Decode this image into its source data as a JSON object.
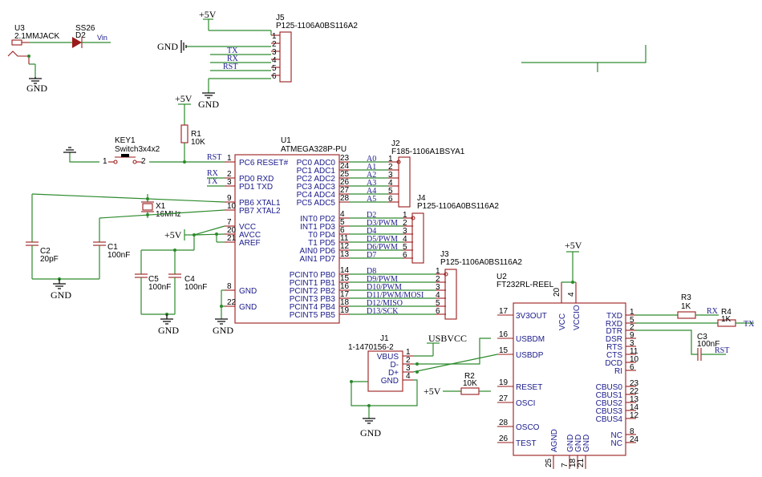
{
  "power": {
    "vcc5": "+5V",
    "gnd": "GND",
    "usbvcc": "USBVCC"
  },
  "u3": {
    "ref": "U3",
    "value": "2.1MMJACK"
  },
  "d2": {
    "ref": "D2",
    "value": "SS26",
    "net": "Vin"
  },
  "j5": {
    "ref": "J5",
    "value": "P125-1106A0BS116A2",
    "nets": [
      "TX",
      "RX",
      "RST"
    ],
    "pins": [
      "1",
      "2",
      "3",
      "4",
      "5",
      "6"
    ]
  },
  "r1": {
    "ref": "R1",
    "value": "10K"
  },
  "key1": {
    "ref": "KEY1",
    "value": "Switch3x4x2",
    "pin1": "1",
    "pin2": "2"
  },
  "x1": {
    "ref": "X1",
    "value": "16MHz"
  },
  "c1": {
    "ref": "C1",
    "value": "100nF"
  },
  "c2": {
    "ref": "C2",
    "value": "20pF"
  },
  "c4": {
    "ref": "C4",
    "value": "100nF"
  },
  "c5": {
    "ref": "C5",
    "value": "100nF"
  },
  "u1": {
    "ref": "U1",
    "value": "ATMEGA328P-PU",
    "left_pins": [
      {
        "num": "1",
        "name": "PC6 RESET#",
        "net": "RST"
      },
      {
        "num": "2",
        "name": "PD0 RXD",
        "net": "RX"
      },
      {
        "num": "3",
        "name": "PD1 TXD",
        "net": "TX"
      },
      {
        "num": "9",
        "name": "PB6 XTAL1",
        "net": ""
      },
      {
        "num": "10",
        "name": "PB7 XTAL2",
        "net": ""
      },
      {
        "num": "7",
        "name": "VCC",
        "net": ""
      },
      {
        "num": "20",
        "name": "AVCC",
        "net": ""
      },
      {
        "num": "21",
        "name": "AREF",
        "net": ""
      },
      {
        "num": "8",
        "name": "GND",
        "net": ""
      },
      {
        "num": "22",
        "name": "GND",
        "net": ""
      }
    ],
    "right_pins": [
      {
        "num": "23",
        "name": "PC0 ADC0",
        "net": "A0"
      },
      {
        "num": "24",
        "name": "PC1 ADC1",
        "net": "A1"
      },
      {
        "num": "25",
        "name": "PC2 ADC2",
        "net": "A2"
      },
      {
        "num": "26",
        "name": "PC3 ADC3",
        "net": "A3"
      },
      {
        "num": "27",
        "name": "PC4 ADC4",
        "net": "A4"
      },
      {
        "num": "28",
        "name": "PC5 ADC5",
        "net": "A5"
      },
      {
        "num": "4",
        "name": "INT0 PD2",
        "net": "D2"
      },
      {
        "num": "5",
        "name": "INT1 PD3",
        "net": "D3/PWM"
      },
      {
        "num": "6",
        "name": "T0 PD4",
        "net": "D4"
      },
      {
        "num": "11",
        "name": "T1 PD5",
        "net": "D5/PWM"
      },
      {
        "num": "12",
        "name": "AIN0 PD6",
        "net": "D6/PWM"
      },
      {
        "num": "13",
        "name": "AIN1 PD7",
        "net": "D7"
      },
      {
        "num": "14",
        "name": "PCINT0 PB0",
        "net": "D8"
      },
      {
        "num": "15",
        "name": "PCINT1 PB1",
        "net": "D9/PWM"
      },
      {
        "num": "16",
        "name": "PCINT2 PB2",
        "net": "D10/PWM"
      },
      {
        "num": "17",
        "name": "PCINT3 PB3",
        "net": "D11/PWM/MOSI"
      },
      {
        "num": "18",
        "name": "PCINT4 PB4",
        "net": "D12/MISO"
      },
      {
        "num": "19",
        "name": "PCINT5 PB5",
        "net": "D13/SCK"
      }
    ]
  },
  "j2": {
    "ref": "J2",
    "value": "F185-1106A1BSYA1"
  },
  "j4": {
    "ref": "J4",
    "value": "P125-1106A0BS116A2"
  },
  "j3": {
    "ref": "J3",
    "value": "P125-1106A0BS116A2"
  },
  "j1": {
    "ref": "J1",
    "value": "1-1470156-2",
    "pins": [
      {
        "num": "1",
        "name": "VBUS"
      },
      {
        "num": "2",
        "name": "D-"
      },
      {
        "num": "3",
        "name": "D+"
      },
      {
        "num": "4",
        "name": "GND"
      }
    ]
  },
  "r2": {
    "ref": "R2",
    "value": "10K"
  },
  "r3": {
    "ref": "R3",
    "value": "1K",
    "net": "RX"
  },
  "r4": {
    "ref": "R4",
    "value": "1K",
    "net": "TX"
  },
  "c3": {
    "ref": "C3",
    "value": "100nF",
    "net": "RST"
  },
  "u2": {
    "ref": "U2",
    "value": "FT232RL-REEL",
    "left_pins": [
      {
        "num": "17",
        "name": "3V3OUT"
      },
      {
        "num": "16",
        "name": "USBDM"
      },
      {
        "num": "15",
        "name": "USBDP"
      },
      {
        "num": "19",
        "name": "RESET"
      },
      {
        "num": "27",
        "name": "OSCI"
      },
      {
        "num": "28",
        "name": "OSCO"
      },
      {
        "num": "26",
        "name": "TEST"
      }
    ],
    "right_pins": [
      {
        "num": "1",
        "name": "TXD"
      },
      {
        "num": "5",
        "name": "RXD"
      },
      {
        "num": "2",
        "name": "DTR"
      },
      {
        "num": "9",
        "name": "DSR"
      },
      {
        "num": "3",
        "name": "RTS"
      },
      {
        "num": "11",
        "name": "CTS"
      },
      {
        "num": "10",
        "name": "DCD"
      },
      {
        "num": "6",
        "name": "RI"
      },
      {
        "num": "23",
        "name": "CBUS0"
      },
      {
        "num": "22",
        "name": "CBUS1"
      },
      {
        "num": "13",
        "name": "CBUS2"
      },
      {
        "num": "14",
        "name": "CBUS3"
      },
      {
        "num": "12",
        "name": "CBUS4"
      },
      {
        "num": "8",
        "name": "NC"
      },
      {
        "num": "24",
        "name": "NC"
      }
    ],
    "top_pins": [
      {
        "num": "20",
        "name": "VCC"
      },
      {
        "num": "4",
        "name": "VCCIO"
      }
    ],
    "bottom_pins": [
      {
        "num": "25",
        "name": "AGND"
      },
      {
        "num": "7",
        "name": "GND"
      },
      {
        "num": "18",
        "name": "GND"
      },
      {
        "num": "21",
        "name": "GND"
      }
    ]
  }
}
